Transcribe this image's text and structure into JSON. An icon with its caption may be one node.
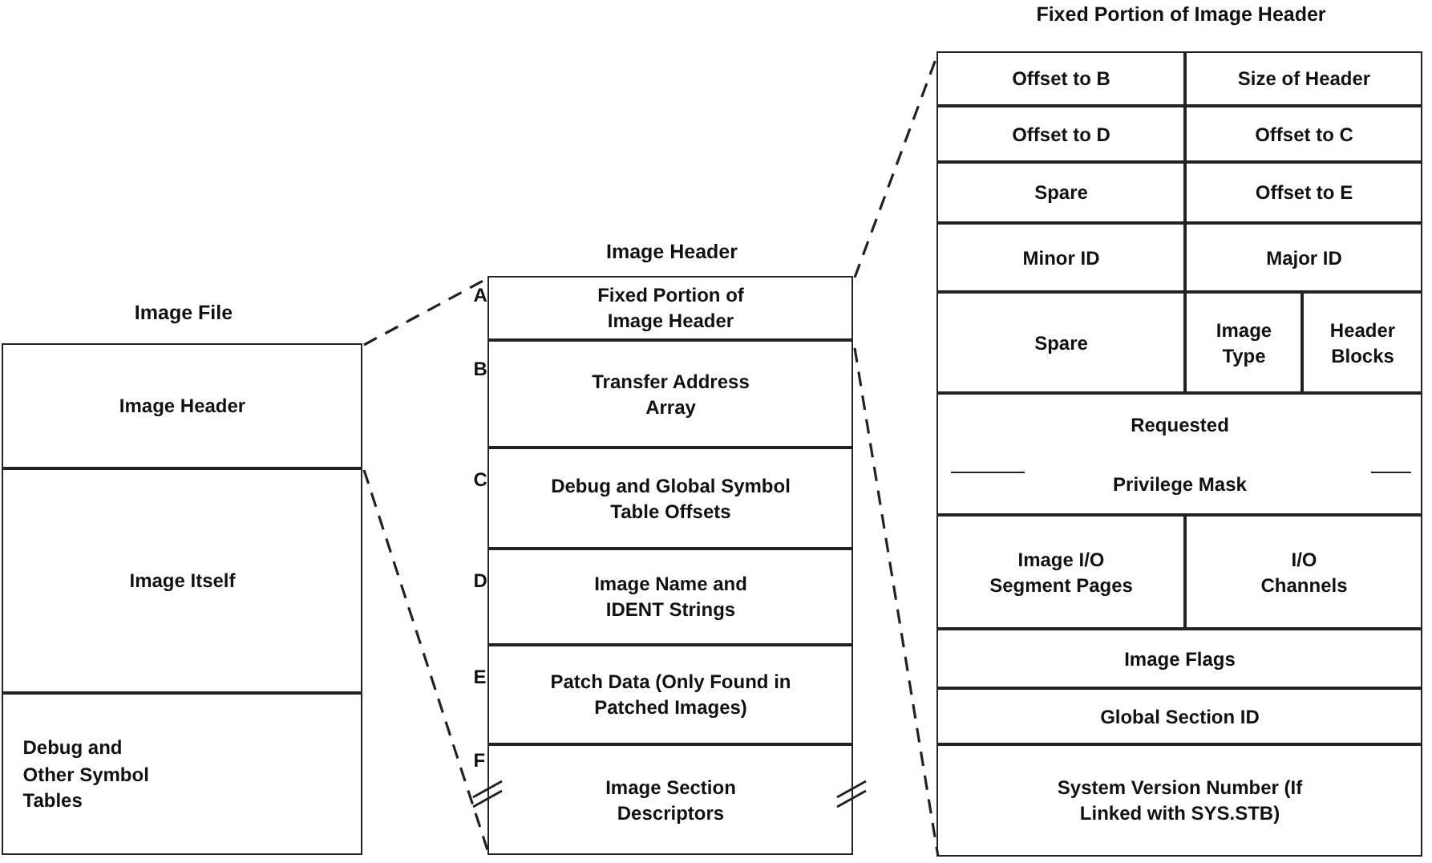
{
  "diagram": {
    "nodes": [
      {
        "text": [
          "Image File"
        ]
      },
      {
        "text": [
          "Image Header"
        ],
        "in": 0
      },
      {
        "text": [
          "Image Itself"
        ],
        "in": 0
      },
      {
        "text": [
          "Debug and Other Symbol Tables"
        ],
        "in": 0
      },
      {
        "text": [
          "Image Header"
        ]
      },
      {
        "text": [
          "Fixed Portion of Image Header"
        ],
        "in": 4,
        "beside": [
          "A"
        ]
      },
      {
        "text": [
          "Transfer Address Array"
        ],
        "in": 4,
        "beside": [
          "B"
        ]
      },
      {
        "text": [
          "Debug and Global Symbol Table Offsets"
        ],
        "in": 4,
        "beside": [
          "C"
        ]
      },
      {
        "text": [
          "Image Name and IDENT Strings"
        ],
        "in": 4,
        "beside": [
          "D"
        ]
      },
      {
        "text": [
          "Patch Data (Only Found in Patched Images)"
        ],
        "in": 4,
        "beside": [
          "E"
        ]
      },
      {
        "text": [
          "Image Section Descriptors"
        ],
        "in": 4,
        "beside": [
          "F"
        ]
      },
      {
        "text": [
          "Fixed Portion of Image Header"
        ]
      },
      {
        "text": [
          "Offset to B"
        ],
        "in": 11
      },
      {
        "text": [
          "Size of Header"
        ],
        "in": 11
      },
      {
        "text": [
          "Offset to D"
        ],
        "in": 11
      },
      {
        "text": [
          "Offset to C"
        ],
        "in": 11
      },
      {
        "text": [
          "Spare"
        ],
        "in": 11
      },
      {
        "text": [
          "Offset to E"
        ],
        "in": 11
      },
      {
        "text": [
          "Minor ID"
        ],
        "in": 11
      },
      {
        "text": [
          "Major ID"
        ],
        "in": 11
      },
      {
        "text": [
          "Spare"
        ],
        "in": 11
      },
      {
        "text": [
          "Image Type"
        ],
        "in": 11
      },
      {
        "text": [
          "Header Blocks"
        ],
        "in": 11
      },
      {
        "text": [
          "Requested",
          "Privilege Mask"
        ],
        "in": 11
      },
      {
        "text": [
          "Image I/O Segment Pages"
        ],
        "in": 11
      },
      {
        "text": [
          "I/O Channels"
        ],
        "in": 11
      },
      {
        "text": [
          "Image Flags"
        ],
        "in": 11
      },
      {
        "text": [
          "Global Section ID"
        ],
        "in": 11
      },
      {
        "text": [
          "System Version Number (If Linked with SYS.STB)"
        ],
        "in": 11
      }
    ],
    "edges": [
      {
        "from": 1,
        "to": 4,
        "arrow": "none",
        "style": "dashed"
      },
      {
        "from": 1,
        "to": 4,
        "arrow": "none",
        "style": "dashed"
      },
      {
        "from": 5,
        "to": 11,
        "arrow": "none",
        "style": "dashed"
      },
      {
        "from": 5,
        "to": 11,
        "arrow": "none",
        "style": "dashed"
      }
    ]
  }
}
